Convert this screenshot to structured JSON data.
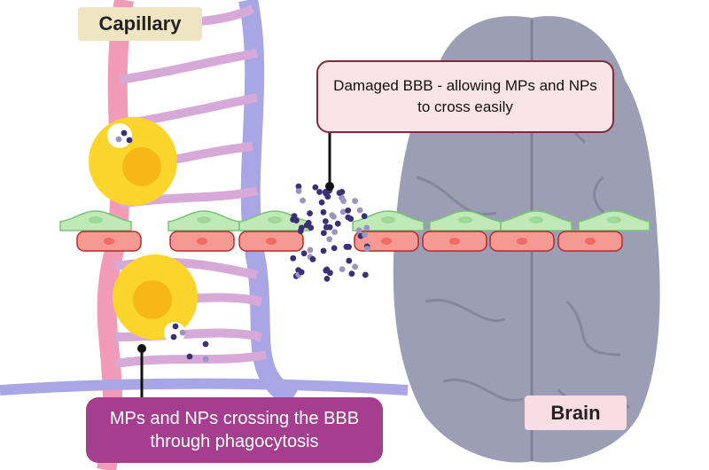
{
  "labels": {
    "capillary": "Capillary",
    "damaged_bbb": "Damaged BBB - allowing MPs and NPs to cross easily",
    "phagocytosis": "MPs and NPs crossing the BBB through phagocytosis",
    "brain": "Brain"
  },
  "colors": {
    "artery": "#f29bb8",
    "vein": "#a9a6e6",
    "brain": "#9c9eb6",
    "endothelial_cell": "#bfeab8",
    "tight_cell": "#f59a93",
    "macrophage": "#fbd52b",
    "particle_dark": "#3b2f78",
    "particle_light": "#9b95bd",
    "label_purple": "#a63e8f"
  }
}
